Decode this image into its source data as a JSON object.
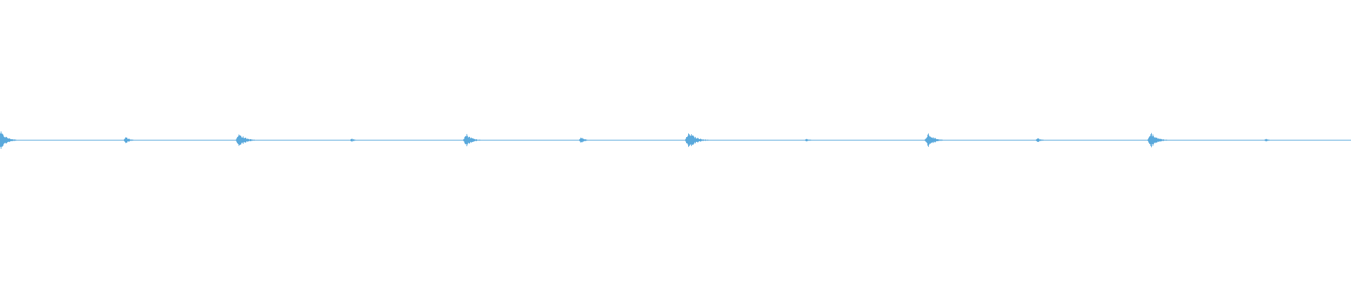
{
  "waveform": {
    "color": "#5aa9dc",
    "background": "#ffffff",
    "baseline_amplitude": 0.01,
    "bursts": [
      {
        "position": 0.0,
        "strength": 1.0,
        "width": 0.012
      },
      {
        "position": 0.093,
        "strength": 0.35,
        "width": 0.008
      },
      {
        "position": 0.177,
        "strength": 0.75,
        "width": 0.012
      },
      {
        "position": 0.26,
        "strength": 0.2,
        "width": 0.006
      },
      {
        "position": 0.345,
        "strength": 0.7,
        "width": 0.011
      },
      {
        "position": 0.43,
        "strength": 0.35,
        "width": 0.007
      },
      {
        "position": 0.51,
        "strength": 0.85,
        "width": 0.014
      },
      {
        "position": 0.597,
        "strength": 0.15,
        "width": 0.008
      },
      {
        "position": 0.687,
        "strength": 0.7,
        "width": 0.012
      },
      {
        "position": 0.768,
        "strength": 0.2,
        "width": 0.008
      },
      {
        "position": 0.852,
        "strength": 0.8,
        "width": 0.012
      },
      {
        "position": 0.937,
        "strength": 0.15,
        "width": 0.008
      }
    ]
  }
}
